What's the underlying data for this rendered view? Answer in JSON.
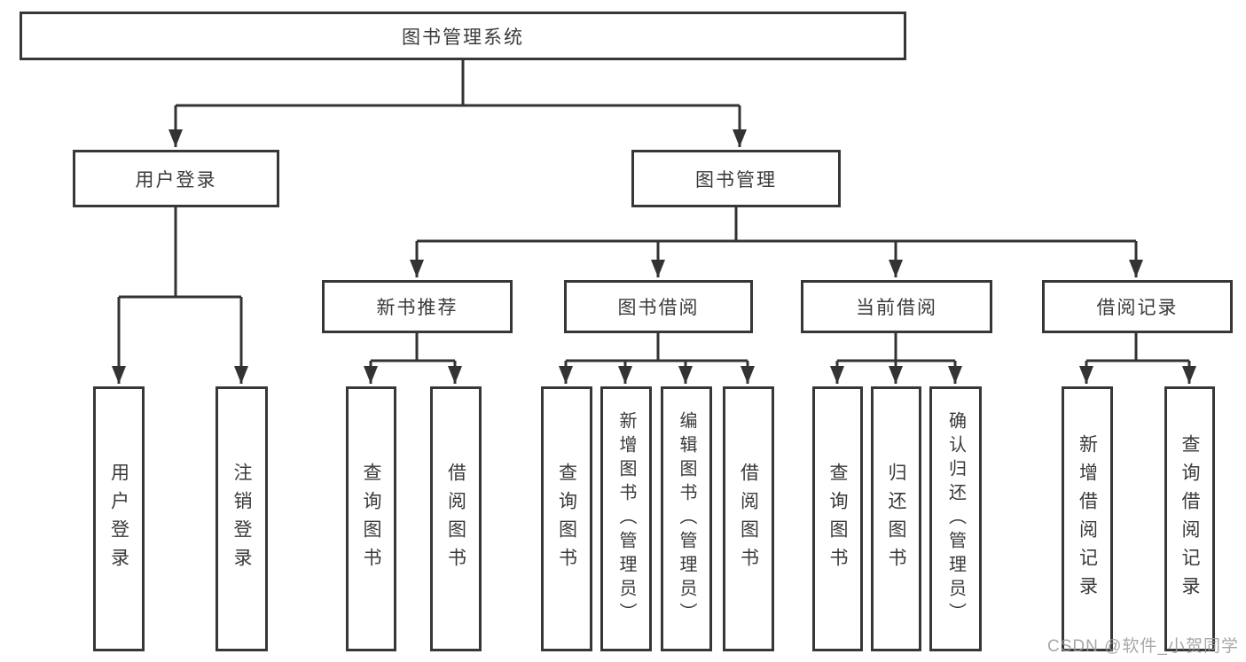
{
  "tree": {
    "root": {
      "label": "图书管理系统"
    },
    "branches": [
      {
        "label": "用户登录",
        "children": [
          {
            "label": "用户登录"
          },
          {
            "label": "注销登录"
          }
        ]
      },
      {
        "label": "图书管理",
        "groups": [
          {
            "label": "新书推荐",
            "children": [
              {
                "label": "查询图书"
              },
              {
                "label": "借阅图书"
              }
            ]
          },
          {
            "label": "图书借阅",
            "children": [
              {
                "label": "查询图书"
              },
              {
                "label": "新增图书（管理员）"
              },
              {
                "label": "编辑图书（管理员）"
              },
              {
                "label": "借阅图书"
              }
            ]
          },
          {
            "label": "当前借阅",
            "children": [
              {
                "label": "查询图书"
              },
              {
                "label": "归还图书"
              },
              {
                "label": "确认归还（管理员）"
              }
            ]
          },
          {
            "label": "借阅记录",
            "children": [
              {
                "label": "新增借阅记录"
              },
              {
                "label": "查询借阅记录"
              }
            ]
          }
        ]
      }
    ]
  },
  "watermark": {
    "text": "CSDN @软件_小贺同学"
  },
  "colors": {
    "line": "#333333",
    "box_border": "#373737",
    "text": "#3a3a3a",
    "background": "#ffffff",
    "watermark": "#989898"
  }
}
